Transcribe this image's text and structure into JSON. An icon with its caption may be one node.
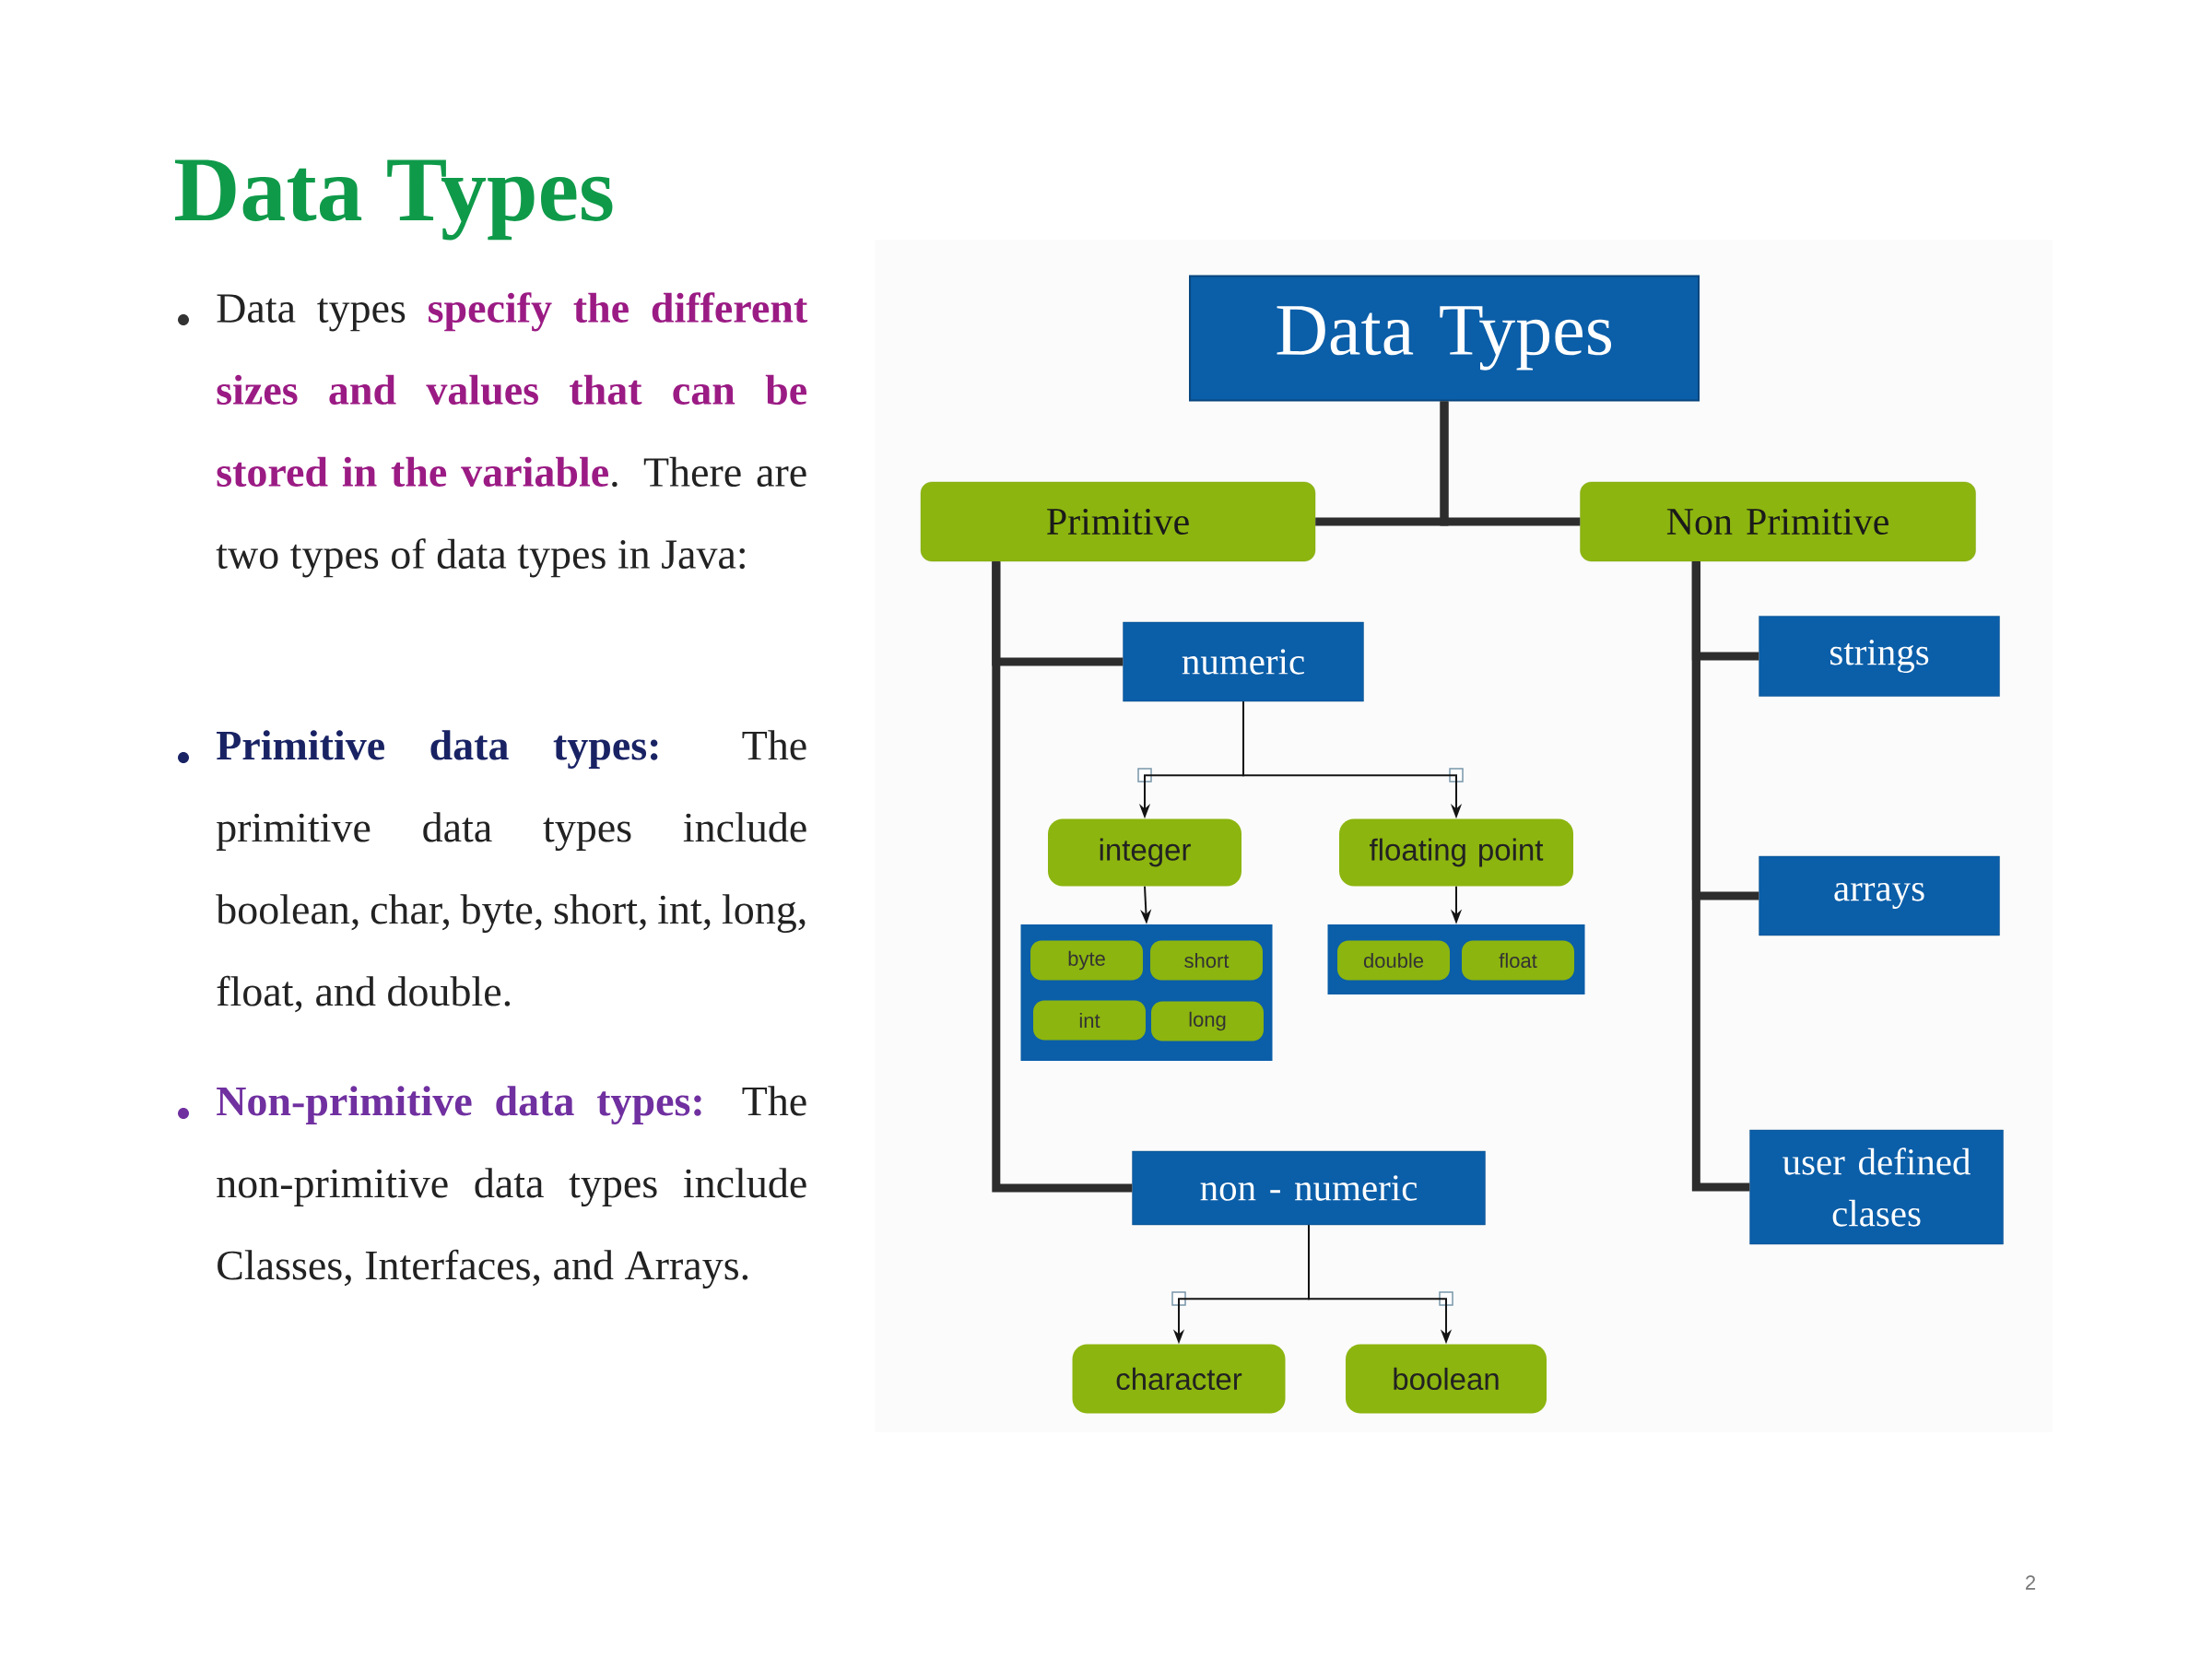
{
  "diagram": {
    "title": "Data Types",
    "nodes": [
      {
        "text": [
          "Data Types"
        ]
      },
      {
        "text": [
          "Primitive"
        ]
      },
      {
        "text": [
          "Non Primitive"
        ]
      },
      {
        "text": [
          "numeric"
        ]
      },
      {
        "text": [
          "integer"
        ]
      },
      {
        "text": [
          "floating point"
        ]
      },
      {
        "text": [],
        "shape": "box"
      },
      {
        "text": [
          "byte"
        ],
        "in": 6
      },
      {
        "text": [
          "short"
        ],
        "in": 6
      },
      {
        "text": [
          "int"
        ],
        "in": 6
      },
      {
        "text": [
          "long"
        ],
        "in": 6
      },
      {
        "text": [],
        "shape": "box"
      },
      {
        "text": [
          "double"
        ],
        "in": 11
      },
      {
        "text": [
          "float"
        ],
        "in": 11
      },
      {
        "text": [
          "non - numeric"
        ]
      },
      {
        "text": [
          "character"
        ]
      },
      {
        "text": [
          "boolean"
        ]
      },
      {
        "text": [
          "strings"
        ]
      },
      {
        "text": [
          "arrays"
        ]
      },
      {
        "text": [
          "user defined clases"
        ]
      }
    ],
    "edges": [
      {
        "from": 0,
        "to": 1,
        "arrow": "none"
      },
      {
        "from": 0,
        "to": 2,
        "arrow": "none"
      },
      {
        "from": 1,
        "to": 3,
        "arrow": "none"
      },
      {
        "from": 1,
        "to": 14,
        "arrow": "none"
      },
      {
        "from": 2,
        "to": 17,
        "arrow": "none"
      },
      {
        "from": 2,
        "to": 18,
        "arrow": "none"
      },
      {
        "from": 2,
        "to": 19,
        "arrow": "none"
      },
      {
        "from": 3,
        "to": 4,
        "arrow": "to"
      },
      {
        "from": 3,
        "to": 5,
        "arrow": "to"
      },
      {
        "from": 4,
        "to": 6,
        "arrow": "to"
      },
      {
        "from": 5,
        "to": 11,
        "arrow": "to"
      },
      {
        "from": 14,
        "to": 15,
        "arrow": "to"
      },
      {
        "from": 14,
        "to": 16,
        "arrow": "to"
      }
    ],
    "labels": [
      "Data types **specify the different sizes and values that can be stored in the variable**. There are two types of data types in Java:",
      "**Primitive data types:** The primitive data types include boolean, char, byte, short, int, long, float, and double.",
      "**Non-primitive data types:** The non-primitive data types include Classes, Interfaces, and Arrays.",
      "2"
    ]
  }
}
